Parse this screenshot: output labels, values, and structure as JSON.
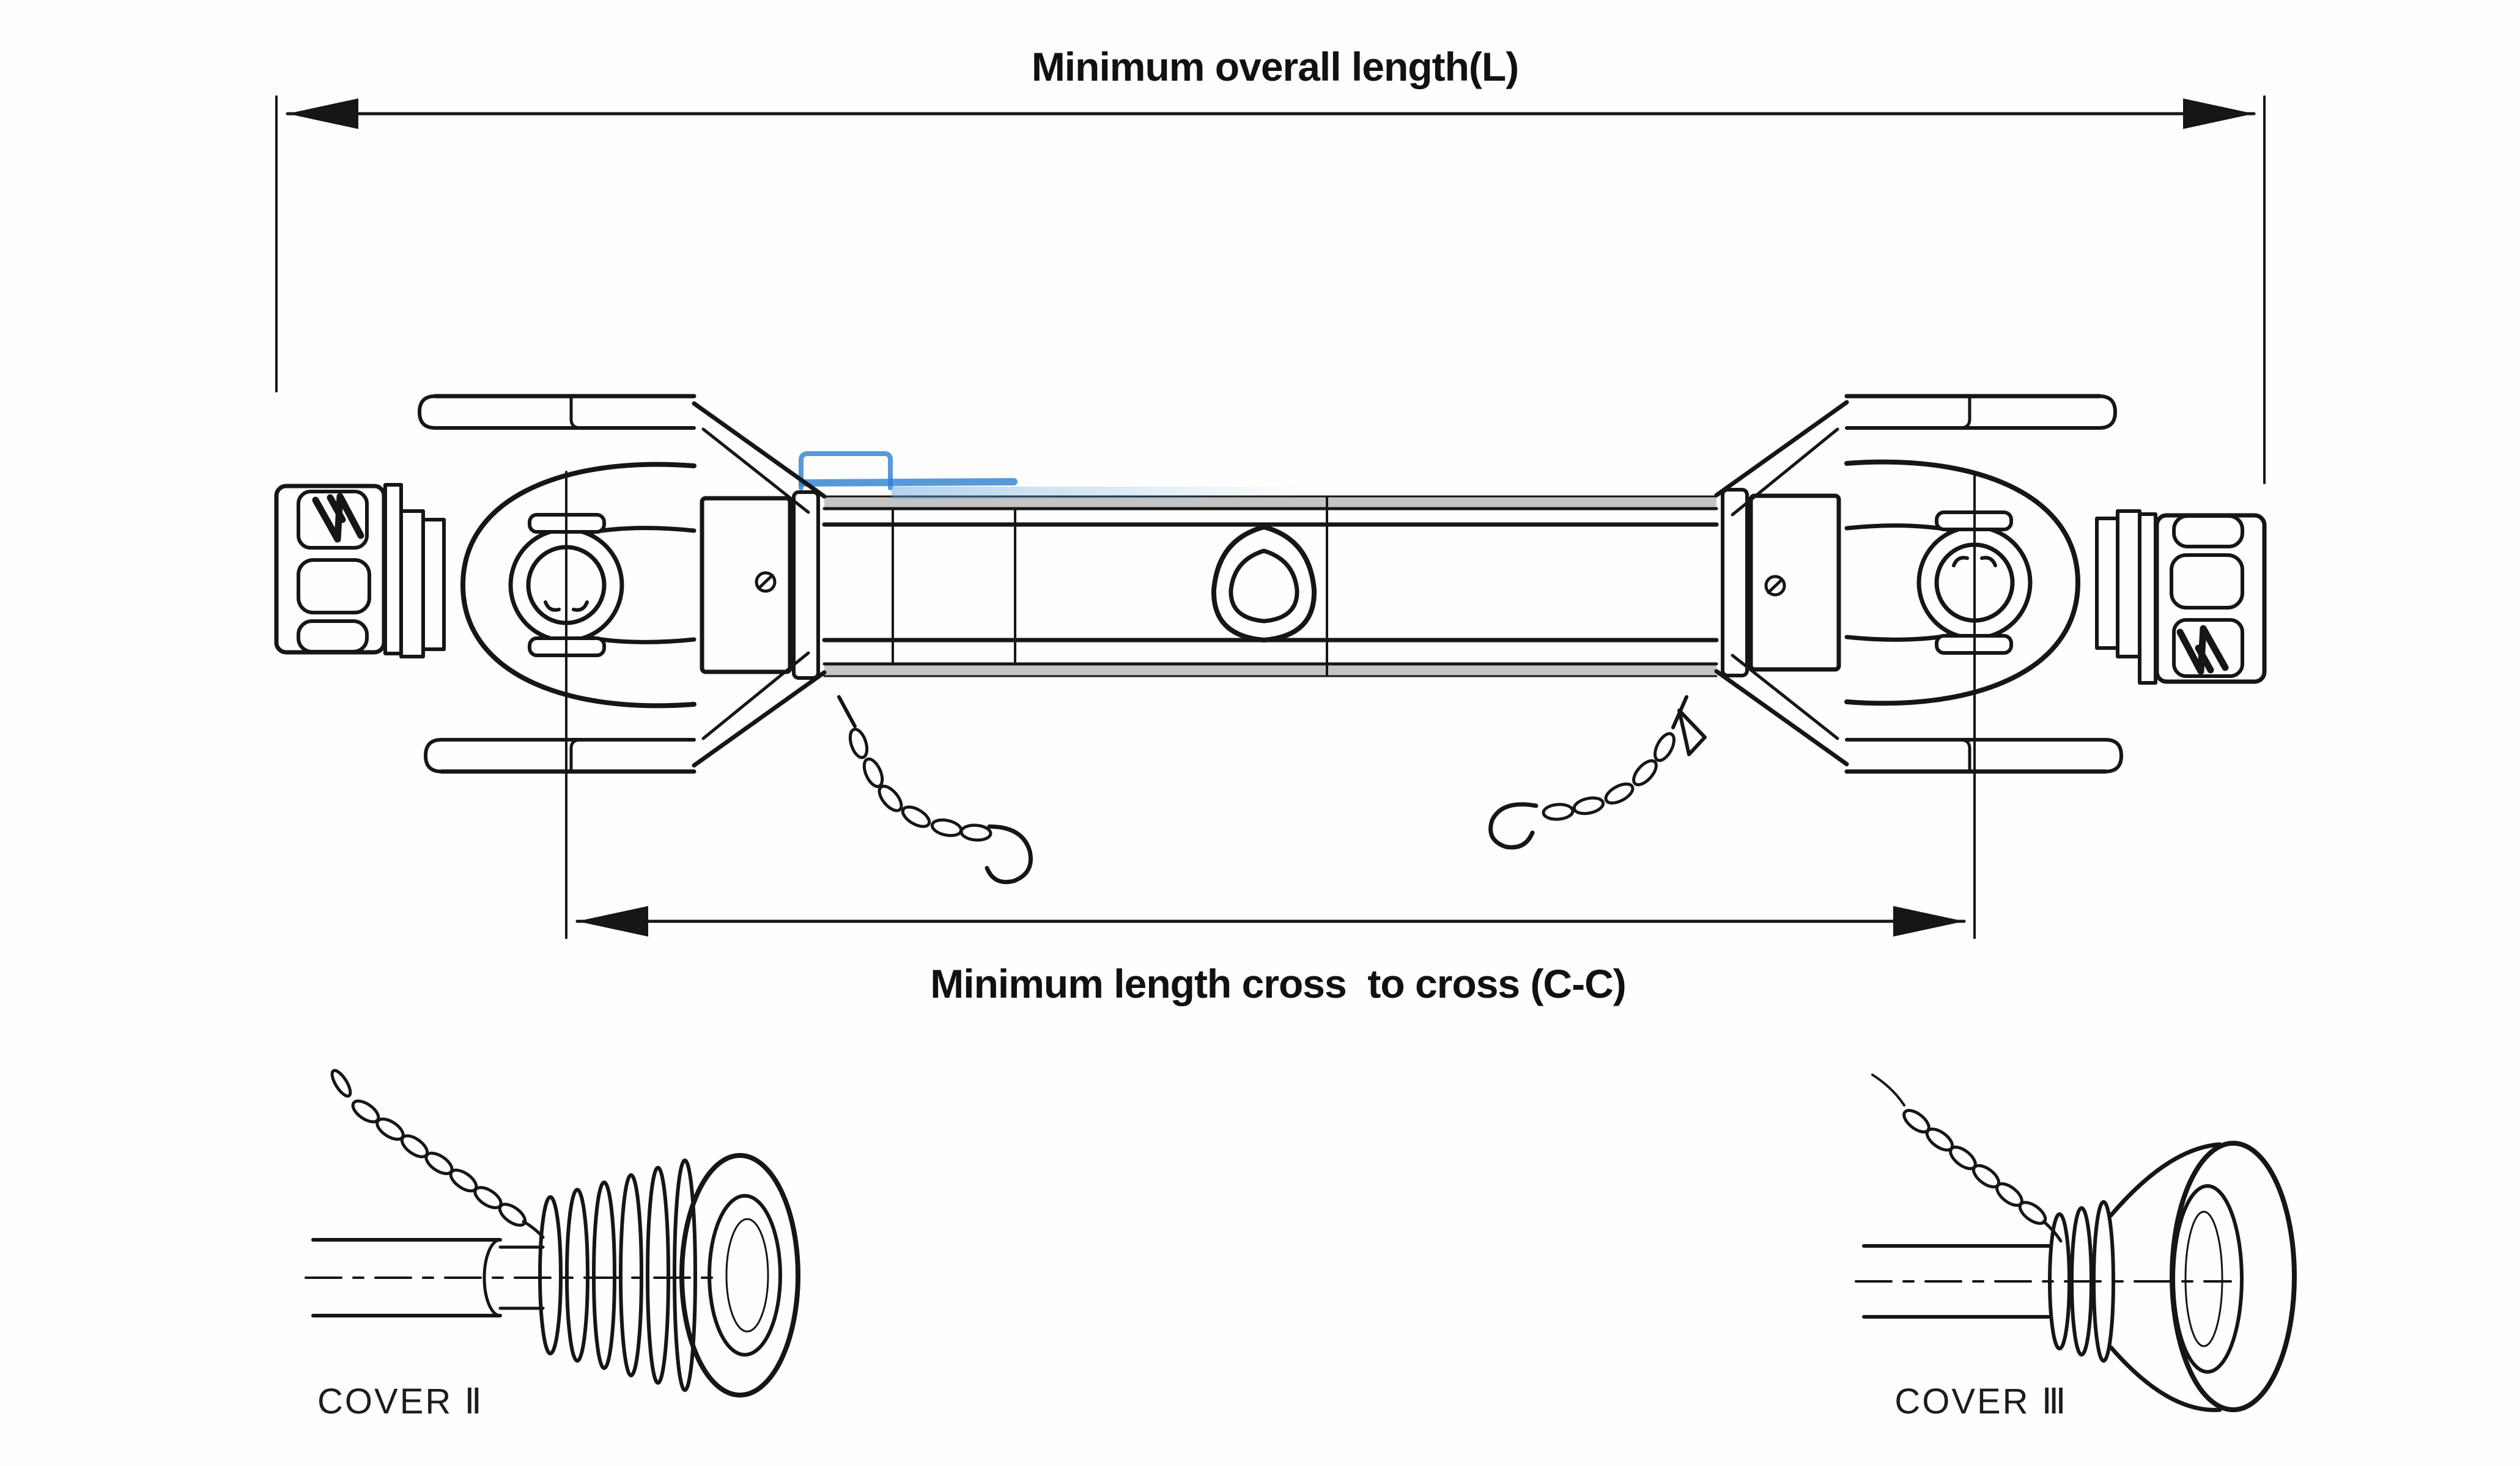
{
  "annotations": {
    "overall": {
      "label": "Minimum overall length(L)"
    },
    "cross": {
      "label": "Minimum length cross  to cross (C-C)"
    }
  },
  "details": {
    "cover2": {
      "label": "COVER Ⅱ"
    },
    "cover3": {
      "label": "COVER Ⅲ"
    }
  },
  "symbols": {
    "tube_profile": "lemon-triangular-tube-profile-icon",
    "screw": "slotted-screw-head-icon",
    "arrow": "dimension-arrowhead-icon"
  },
  "colors": {
    "ink": "#161616",
    "background": "#fefefe",
    "guard_tube_gray": "#c4c4c4",
    "highlight_blue": "#2e7fd0"
  }
}
